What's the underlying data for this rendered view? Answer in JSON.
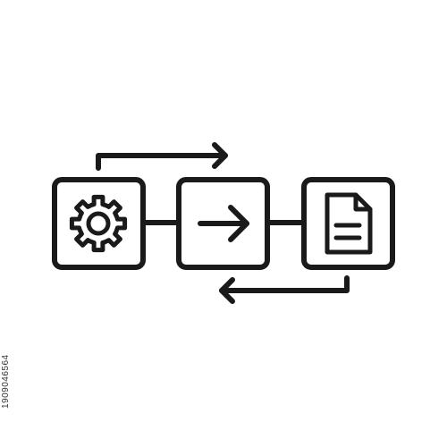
{
  "image_id_text": "1909046564",
  "icon": {
    "stroke_color": "#1a1a1a",
    "nodes": [
      {
        "name": "gear-icon",
        "label": ""
      },
      {
        "name": "arrow-right-icon",
        "label": ""
      },
      {
        "name": "document-icon",
        "label": ""
      }
    ],
    "arrows": [
      {
        "name": "top-arrow-right-icon",
        "direction": "right"
      },
      {
        "name": "bottom-arrow-left-icon",
        "direction": "left"
      }
    ]
  }
}
